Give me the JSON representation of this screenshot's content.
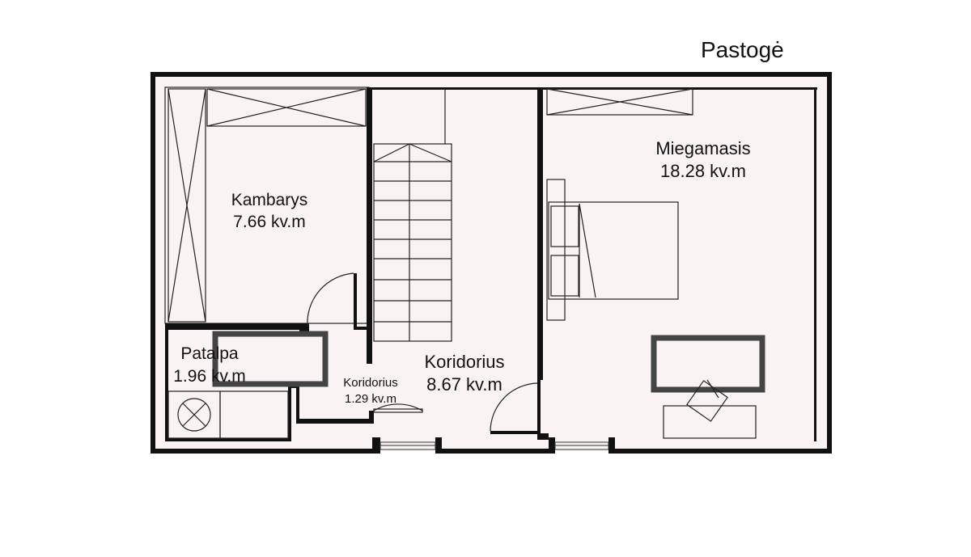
{
  "title": "Pastogė",
  "colors": {
    "wall": "#111111",
    "floor": "#faf3f3",
    "furniture": "#444444"
  },
  "rooms": [
    {
      "name": "Kambarys",
      "area": "7.66 kv.m"
    },
    {
      "name": "Miegamasis",
      "area": "18.28 kv.m"
    },
    {
      "name": "Patalpa",
      "area": "1.96 kv.m"
    },
    {
      "name": "Koridorius",
      "area": "8.67 kv.m"
    },
    {
      "name": "Koridorius",
      "area": "1.29 kv.m"
    }
  ]
}
